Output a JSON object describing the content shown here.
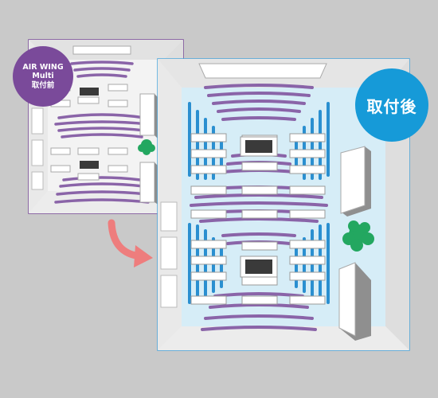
{
  "before": {
    "badge_lines": [
      "AIR WING",
      "Multi",
      "取付前"
    ],
    "badge_color": "#7a4a9a"
  },
  "after": {
    "badge_label": "取付後",
    "badge_color": "#169ad8"
  },
  "colors": {
    "background": "#c9c9c9",
    "wall": "#eeeeee",
    "floor_before": "#f3f3f3",
    "floor_after": "#d6edf7",
    "airflow_purple": "#8a64a8",
    "airflow_blue": "#2a8fd0",
    "arrow": "#ee7d7d",
    "plant": "#23a760",
    "cabinet": "#8f8f8f"
  },
  "icons": [
    "ceiling-unit-icon",
    "desk-icon",
    "plant-icon",
    "cabinet-icon",
    "curved-arrow-icon"
  ]
}
